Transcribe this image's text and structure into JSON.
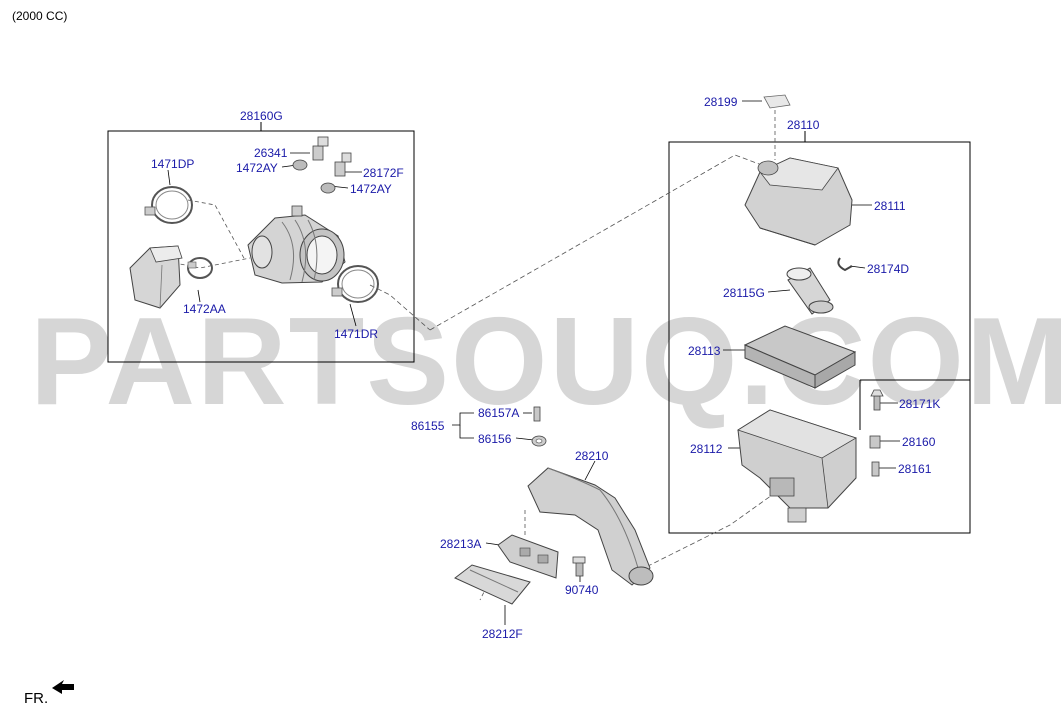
{
  "header": {
    "engine": "(2000 CC)"
  },
  "watermark": "PARTSOUQ.COM",
  "orientation": {
    "label": "FR."
  },
  "part_labels": {
    "p28160G": "28160G",
    "p1471DP": "1471DP",
    "p26341": "26341",
    "p1472AY_a": "1472AY",
    "p28172F": "28172F",
    "p1472AY_b": "1472AY",
    "p1472AA": "1472AA",
    "p1471DR": "1471DR",
    "p28199": "28199",
    "p28110": "28110",
    "p28111": "28111",
    "p28174D": "28174D",
    "p28115G": "28115G",
    "p28113": "28113",
    "p28171K": "28171K",
    "p28112": "28112",
    "p28160": "28160",
    "p28161": "28161",
    "p86155": "86155",
    "p86157A": "86157A",
    "p86156": "86156",
    "p28210": "28210",
    "p28213A": "28213A",
    "p90740": "90740",
    "p28212F": "28212F"
  }
}
